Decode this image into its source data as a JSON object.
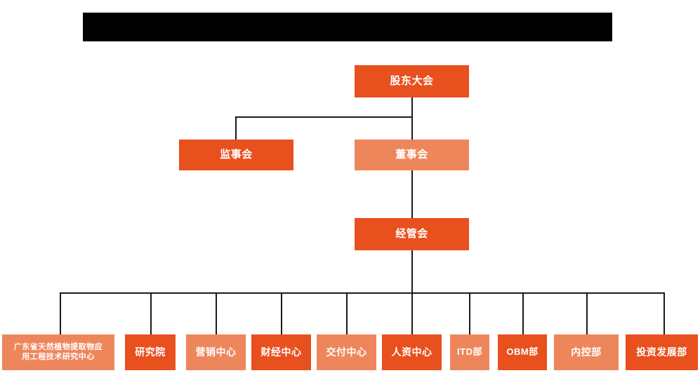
{
  "diagram": {
    "title_bar": {
      "name": "redacted-title-bar",
      "text": ""
    },
    "colors": {
      "primary_orange": "#E8501E",
      "secondary_orange": "#EE865C",
      "connector": "#1a1a1a",
      "background": "#ffffff",
      "redaction": "#000000",
      "text": "#ffffff"
    },
    "levels": [
      {
        "level": 1,
        "nodes": [
          {
            "id": "shareholders-meeting",
            "label": "股东大会",
            "tone": "dark"
          }
        ]
      },
      {
        "level": 2,
        "nodes": [
          {
            "id": "board-of-supervisors",
            "label": "监事会",
            "tone": "dark"
          },
          {
            "id": "board-of-directors",
            "label": "董事会",
            "tone": "light"
          }
        ]
      },
      {
        "level": 3,
        "nodes": [
          {
            "id": "management-committee",
            "label": "经管会",
            "tone": "dark"
          }
        ]
      },
      {
        "level": 4,
        "nodes": [
          {
            "id": "guangdong-research-center",
            "label": "广东省天然植物提取物应用工程技术研究中心",
            "line1": "广东省天然植物提取物应",
            "line2": "用工程技术研究中心",
            "tone": "light"
          },
          {
            "id": "research-institute",
            "label": "研究院",
            "tone": "dark"
          },
          {
            "id": "marketing-center",
            "label": "营销中心",
            "tone": "light"
          },
          {
            "id": "finance-center",
            "label": "财经中心",
            "tone": "dark"
          },
          {
            "id": "delivery-center",
            "label": "交付中心",
            "tone": "light"
          },
          {
            "id": "hr-center",
            "label": "人资中心",
            "tone": "dark"
          },
          {
            "id": "itd-department",
            "label": "ITD部",
            "tone": "light"
          },
          {
            "id": "obm-department",
            "label": "OBM部",
            "tone": "dark"
          },
          {
            "id": "internal-control-department",
            "label": "内控部",
            "tone": "light"
          },
          {
            "id": "investment-development-department",
            "label": "投资发展部",
            "tone": "dark"
          }
        ]
      }
    ]
  }
}
